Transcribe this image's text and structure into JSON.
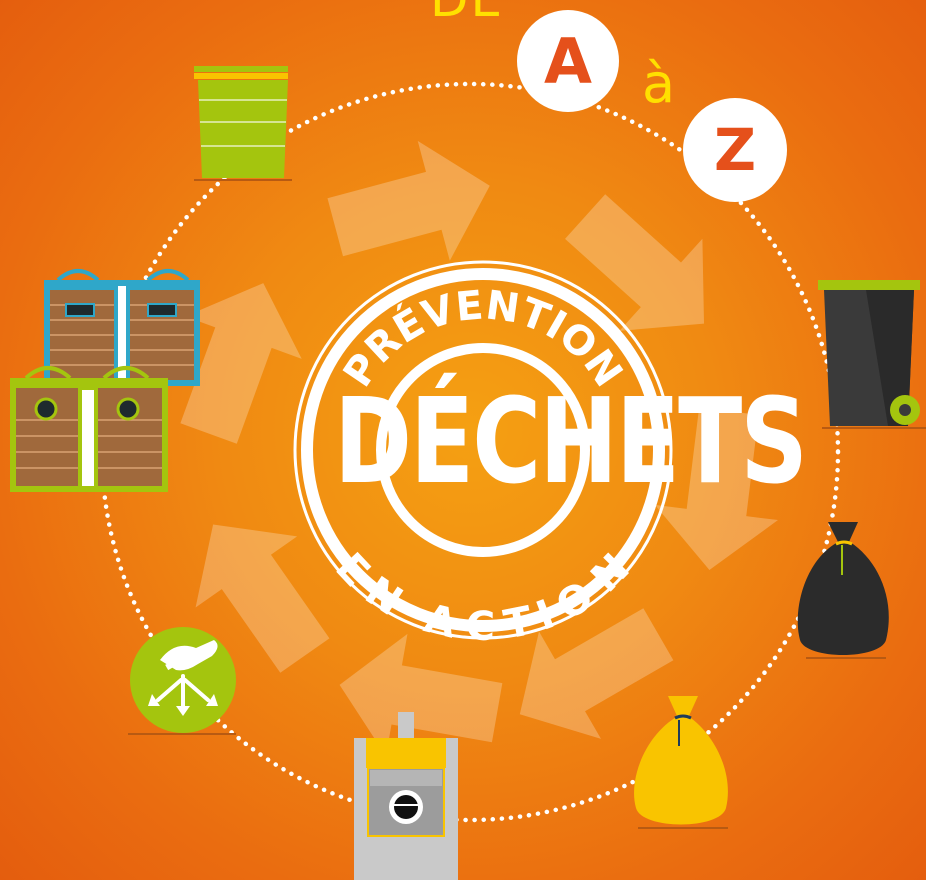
{
  "headline": {
    "word_de": "DE",
    "letter_from": "A",
    "word_a": "à",
    "letter_to": "Z"
  },
  "stamp": {
    "top_text": "PRÉVENTION",
    "main_text": "DÉCHETS",
    "bottom_text": "EN ACTION"
  },
  "colors": {
    "background_center": "#f5a012",
    "background_edge": "#e45d0e",
    "headline_yellow": "#ffe000",
    "letter_red": "#e5501b",
    "green": "#a4c50e",
    "dark_bin": "#3a3a3a",
    "yellow_bag": "#f9c400",
    "composter_blue": "#2fa7c9",
    "wood": "#a0693c"
  },
  "icons": [
    "stacked-composter-icon",
    "double-composter-blue-icon",
    "double-composter-green-icon",
    "wheelie-bin-icon",
    "black-trash-bag-icon",
    "yellow-recycling-bag-icon",
    "incinerator-icon",
    "sorting-hand-icon",
    "cycle-arrow-icon"
  ]
}
